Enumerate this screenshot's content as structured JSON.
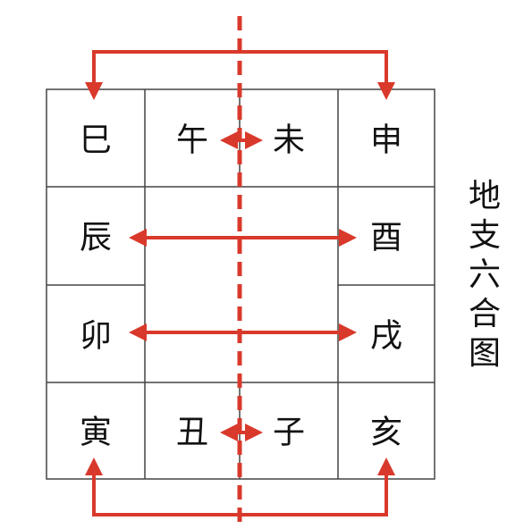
{
  "grid": {
    "top_row": [
      "巳",
      "午",
      "未",
      "申"
    ],
    "left_col": [
      "辰",
      "卯"
    ],
    "right_col": [
      "酉",
      "戌"
    ],
    "bottom_row": [
      "寅",
      "丑",
      "子",
      "亥"
    ]
  },
  "title_chars": [
    "地",
    "支",
    "六",
    "合",
    "图"
  ],
  "colors": {
    "arrow": "#d9392b",
    "axis": "#d9392b",
    "grid_line": "#444444",
    "text": "#111111"
  }
}
